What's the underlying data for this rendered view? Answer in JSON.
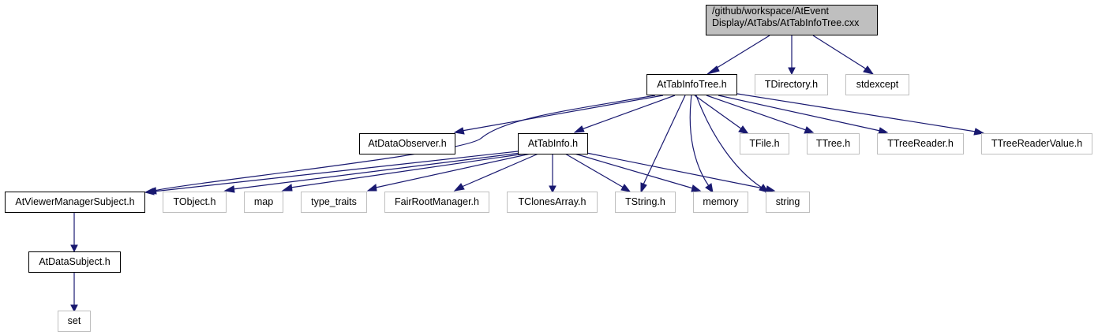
{
  "root": {
    "line1": "/github/workspace/AtEvent",
    "line2": "Display/AtTabs/AtTabInfoTree.cxx"
  },
  "nodes": {
    "attabinfotree_h": "AtTabInfoTree.h",
    "tdirectory_h": "TDirectory.h",
    "stdexcept": "stdexcept",
    "atdataobserver_h": "AtDataObserver.h",
    "attabinfo_h": "AtTabInfo.h",
    "tfile_h": "TFile.h",
    "ttree_h": "TTree.h",
    "ttreereader_h": "TTreeReader.h",
    "ttreereadervalue_h": "TTreeReaderValue.h",
    "atviewermanagersubject_h": "AtViewerManagerSubject.h",
    "tobject_h": "TObject.h",
    "map": "map",
    "type_traits": "type_traits",
    "fairrootmanager_h": "FairRootManager.h",
    "tclonesarray_h": "TClonesArray.h",
    "tstring_h": "TString.h",
    "memory": "memory",
    "string": "string",
    "atdatasubject_h": "AtDataSubject.h",
    "set": "set"
  },
  "colors": {
    "edge": "#191970",
    "root_fill": "#bfbfbf",
    "internal_border": "#000000",
    "external_border": "#bfbfbf"
  }
}
